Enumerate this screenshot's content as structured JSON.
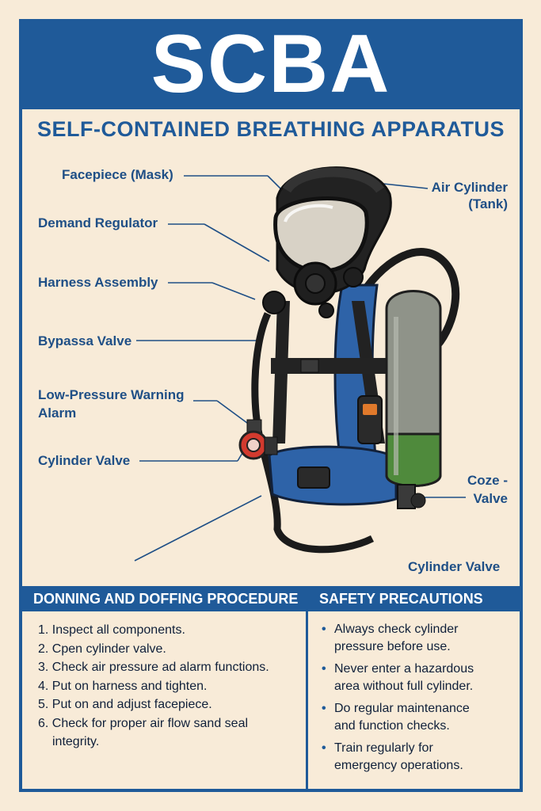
{
  "header": {
    "title": "SCBA",
    "subtitle": "SELF-CONTAINED BREATHING APPARATUS"
  },
  "diagram": {
    "labels": {
      "facepiece": "Facepiece (Mask)",
      "demand_regulator": "Demand Regulator",
      "harness_assembly": "Harness Assembly",
      "bypass_valve": "Bypassa Valve",
      "low_pressure_alarm_line1": "Low-Pressure Warning",
      "low_pressure_alarm_line2": "Alarm",
      "cylinder_valve_left": "Cylinder Valve",
      "air_cylinder_line1": "Air Cylinder",
      "air_cylinder_line2": "(Tank)",
      "coze_valve_line1": "Coze -",
      "coze_valve_line2": "Valve",
      "cylinder_valve_bottom": "Cylinder Valve"
    },
    "colors": {
      "brand_blue": "#1f5a99",
      "background": "#f8ebd8",
      "cylinder_gray": "#8f9389",
      "cylinder_green": "#4f8a3c",
      "harness_blue": "#2e63a8",
      "alarm_red": "#d23a2e"
    }
  },
  "procedure": {
    "heading": "DONNING AND DOFFING PROCEDURE",
    "steps": [
      "1. Inspect all components.",
      "2. Cpen cylinder valve.",
      "3. Check air pressure ad alarm functions.",
      "4. Put on harness and tighten.",
      "5. Put on and adjust facepiece.",
      "6. Check for proper air flow sand seal",
      "integrity."
    ]
  },
  "safety": {
    "heading": "SAFETY PRECAUTIONS",
    "items": [
      [
        "Always check cylinder",
        "pressure before use."
      ],
      [
        "Never enter a hazardous",
        "area without full cylinder."
      ],
      [
        "Do regular maintenance",
        "and function checks."
      ],
      [
        "Train regularly for",
        "emergency operations."
      ]
    ]
  }
}
